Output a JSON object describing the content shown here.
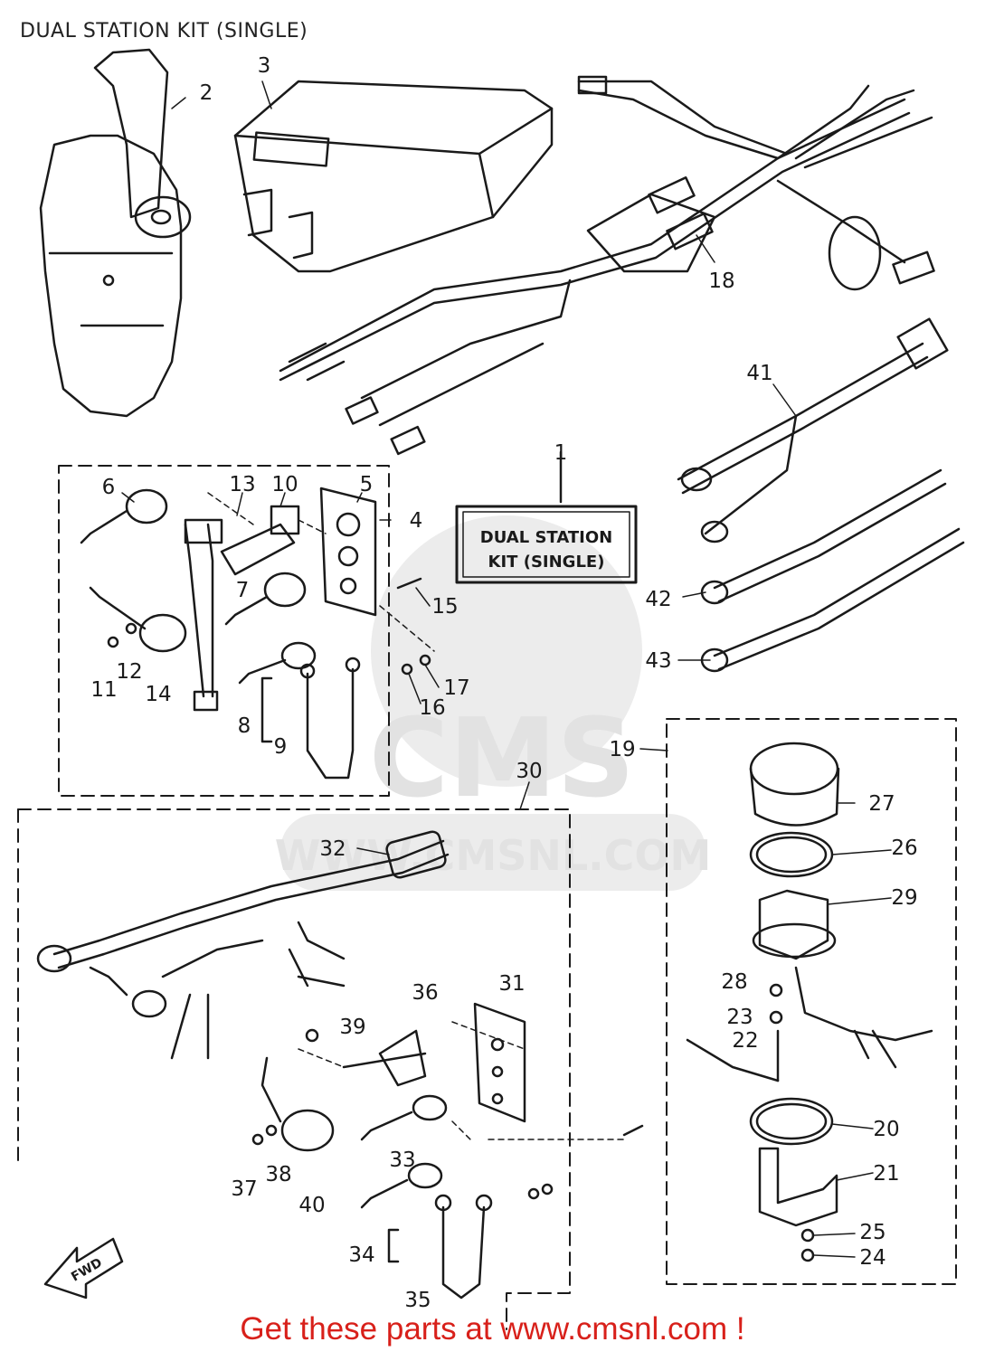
{
  "title": "DUAL STATION KIT (SINGLE)",
  "kit_label_line1": "DUAL STATION",
  "kit_label_line2": "KIT (SINGLE)",
  "fwd_label": "FWD",
  "watermark": {
    "logo": "CMS",
    "site": "WWW.CMSNL.COM"
  },
  "footer_link": "Get these parts at www.cmsnl.com !",
  "callouts": {
    "c1": "1",
    "c2": "2",
    "c3": "3",
    "c4": "4",
    "c5": "5",
    "c6": "6",
    "c7": "7",
    "c8": "8",
    "c9": "9",
    "c10": "10",
    "c11": "11",
    "c12": "12",
    "c13": "13",
    "c14": "14",
    "c15": "15",
    "c16": "16",
    "c17": "17",
    "c18": "18",
    "c19": "19",
    "c20": "20",
    "c21": "21",
    "c22": "22",
    "c23": "23",
    "c24": "24",
    "c25": "25",
    "c26": "26",
    "c27": "27",
    "c28": "28",
    "c29": "29",
    "c30": "30",
    "c31": "31",
    "c32": "32",
    "c33": "33",
    "c34": "34",
    "c35": "35",
    "c36": "36",
    "c37": "37",
    "c38": "38",
    "c39": "39",
    "c40": "40",
    "c41": "41",
    "c42": "42",
    "c43": "43"
  },
  "colors": {
    "ink": "#1a1a1a",
    "footer": "#d8201a",
    "watermark": "#ececec"
  }
}
